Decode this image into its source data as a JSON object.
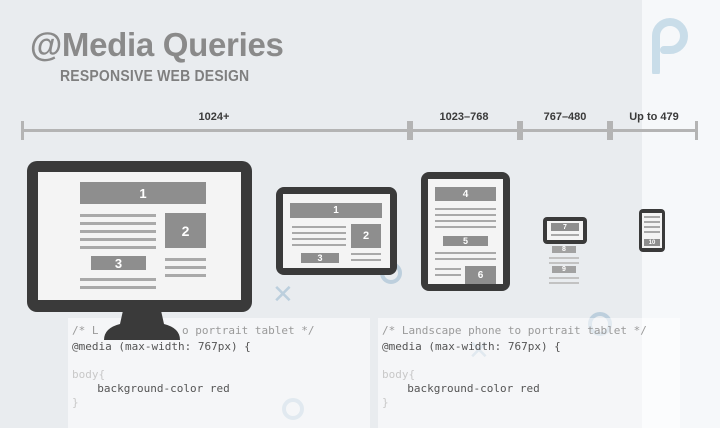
{
  "header": {
    "title": "@Media Queries",
    "subtitle": "RESPONSIVE WEB DESIGN"
  },
  "breakpoints": [
    "1024+",
    "1023–768",
    "767–480",
    "Up to 479"
  ],
  "devices": {
    "desktop": {
      "blocks": [
        "1",
        "2",
        "3"
      ]
    },
    "tablet_landscape": {
      "blocks": [
        "1",
        "2",
        "3"
      ]
    },
    "tablet_portrait": {
      "blocks": [
        "4",
        "5",
        "6"
      ]
    },
    "phone_landscape": {
      "blocks": [
        "7",
        "8",
        "9"
      ]
    },
    "phone_portrait": {
      "blocks": [
        "10"
      ]
    }
  },
  "code_snippets": [
    {
      "comment_start": "/* L",
      "comment_end": "o portrait tablet */",
      "media": "@media (max-width: 767px) {",
      "selector": "body{",
      "declaration": "  background-color red",
      "brace": "}"
    },
    {
      "comment": "/* Landscape phone to portrait tablet */",
      "media": "@media (max-width: 767px) {",
      "selector": "body{",
      "declaration": "  background-color red",
      "brace": "}"
    }
  ],
  "colors": {
    "device": "#3a3a3a",
    "block": "#8e8e8e",
    "line": "#a9a9a9",
    "title": "#8a8a8a",
    "accent": "#a9c3d6"
  }
}
